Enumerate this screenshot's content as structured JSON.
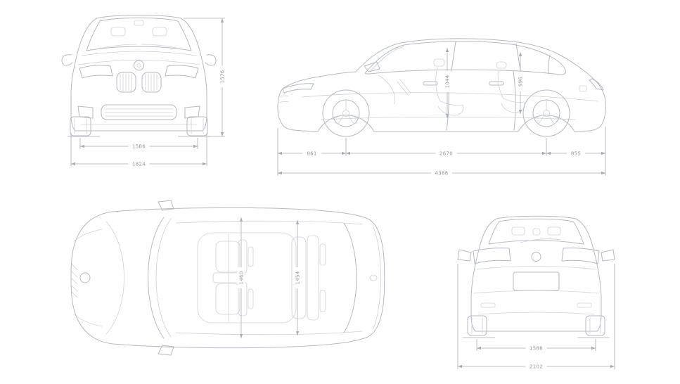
{
  "diagram": {
    "colors": {
      "line": "#b5bac2",
      "dimension_line": "#a9adb5",
      "label_text": "#8f949b",
      "background": "#ffffff"
    },
    "dims": {
      "front": {
        "track": "1586",
        "width": "1824",
        "height": "1576"
      },
      "side": {
        "front_overhang": "861",
        "wheelbase": "2670",
        "rear_overhang": "855",
        "length": "4386",
        "front_headroom": "1044",
        "rear_headroom": "996"
      },
      "top": {
        "front_width": "1460",
        "rear_width": "1454"
      },
      "rear": {
        "track": "1588",
        "width_mirrors": "2102"
      }
    }
  }
}
